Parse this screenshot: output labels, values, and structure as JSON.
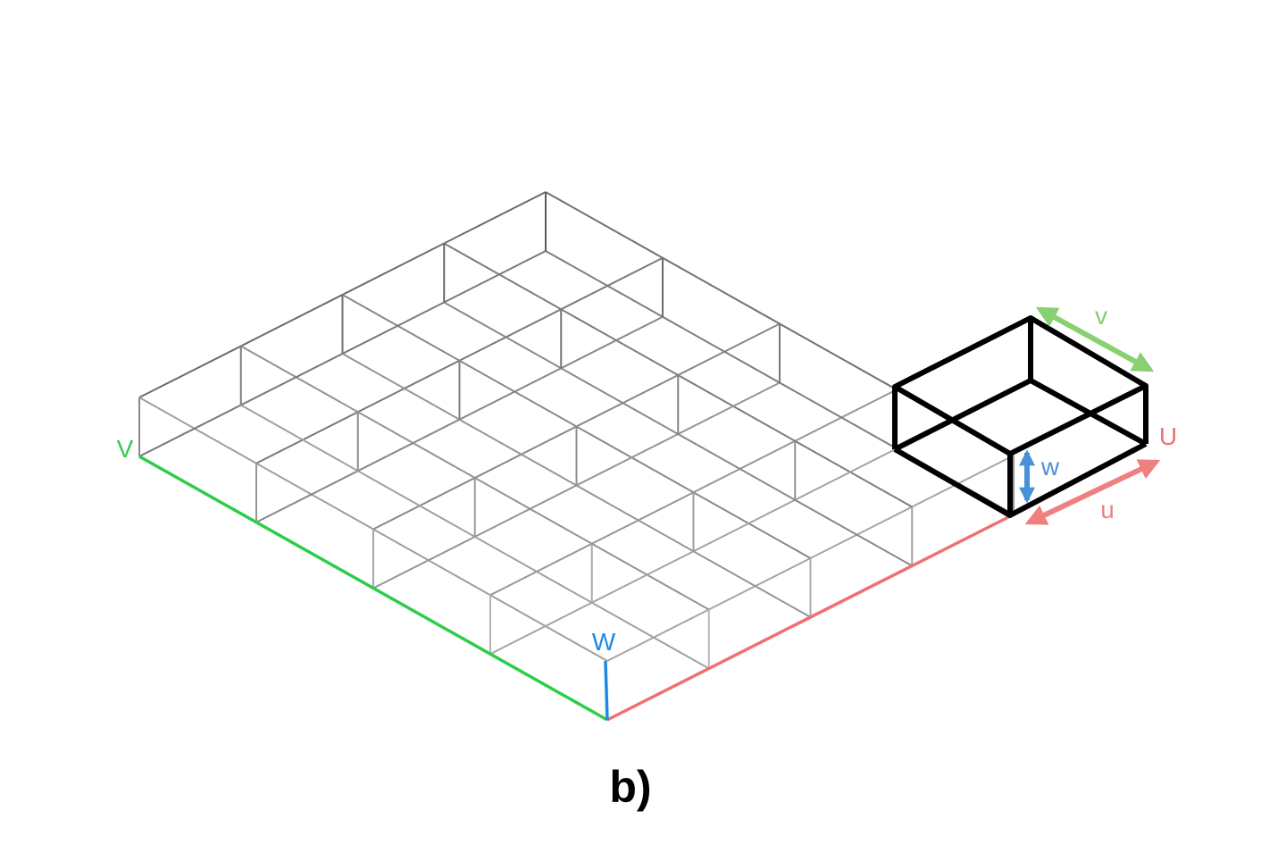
{
  "caption": "b)",
  "grid": {
    "cells_u": 4,
    "cells_v": 4,
    "axis_labels": {
      "u": "U",
      "v": "V",
      "w": "W"
    },
    "colors": {
      "u_axis": "#f07070",
      "v_axis": "#2ecc4a",
      "w_axis": "#1e88e5",
      "grid_back": "#555555",
      "grid_front": "#bbbbbb"
    }
  },
  "highlight_cell": {
    "dimension_labels": {
      "u": "u",
      "v": "v",
      "w": "w"
    },
    "colors": {
      "outline": "#000000",
      "u_arrow": "#f08080",
      "v_arrow": "#88d070",
      "w_arrow": "#4a90d9"
    }
  }
}
